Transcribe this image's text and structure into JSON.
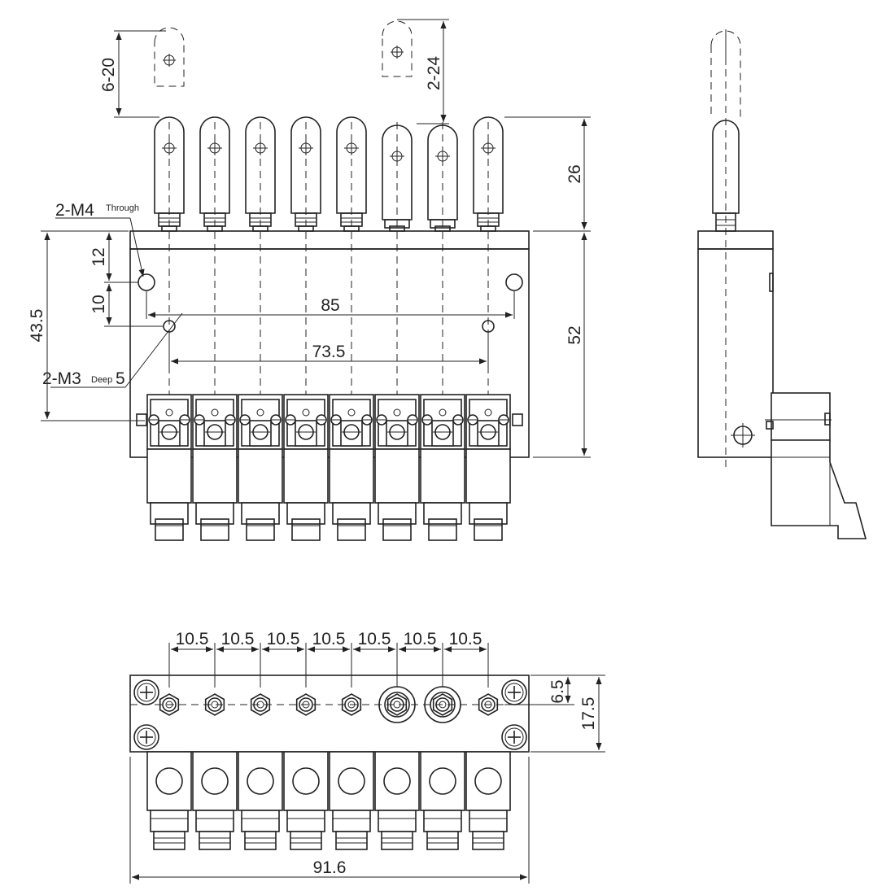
{
  "labels": {
    "dim_6_20": "6-20",
    "dim_2_24": "2-24",
    "dim_26": "26",
    "dim_52": "52",
    "dim_43_5": "43.5",
    "dim_12": "12",
    "dim_10": "10",
    "dim_85": "85",
    "dim_73_5": "73.5",
    "m4_main": "2-M4",
    "m4_sub": "Through",
    "m3_main": "2-M3",
    "m3_sub": "Deep",
    "m3_depth": "5",
    "pitch": [
      "10.5",
      "10.5",
      "10.5",
      "10.5",
      "10.5",
      "10.5",
      "10.5"
    ],
    "dim_6_5": "6.5",
    "dim_17_5": "17.5",
    "dim_91_6": "91.6"
  },
  "colors": {
    "line": "#222222",
    "background": "#ffffff"
  }
}
